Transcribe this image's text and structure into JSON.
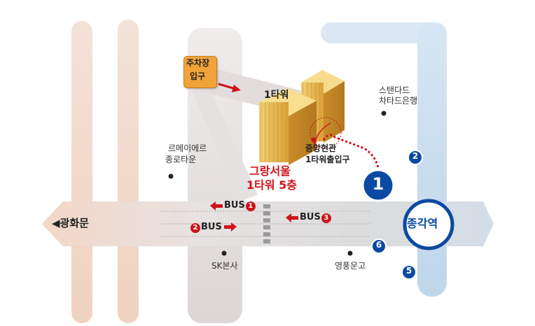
{
  "colors": {
    "road_warm": "#f2d7c6",
    "road_grey": "#dcdcdc",
    "road_blue": "#c7dcee",
    "accent_red": "#d0121b",
    "marker_blue": "#0b4aa2",
    "parking_orange": "#f1a33a",
    "building_gold": "#e8b84c"
  },
  "labels": {
    "parking": [
      "주차장",
      "입구"
    ],
    "tower1": "1타워",
    "standard_bank": [
      "스탠다드",
      "차타드은행"
    ],
    "remeier": [
      "르메이에르",
      "종로타운"
    ],
    "central_entrance": [
      "중앙현관",
      "1타워출입구"
    ],
    "destination": [
      "그랑서울",
      "1타워 5층"
    ],
    "gwanghwamun": "◀광화문",
    "jonggak_station": "종각역",
    "sk": "SK본사",
    "youngpoong": "영풍문고"
  },
  "bus": {
    "stop1": {
      "text": "BUS",
      "num": "1",
      "arrow": "left"
    },
    "stop2": {
      "text": "BUS",
      "num": "2",
      "arrow": "right"
    },
    "stop3": {
      "text": "BUS",
      "num": "3",
      "arrow": "left"
    }
  },
  "exits": {
    "main": "1",
    "e2": "2",
    "e5": "5",
    "e6": "6"
  }
}
